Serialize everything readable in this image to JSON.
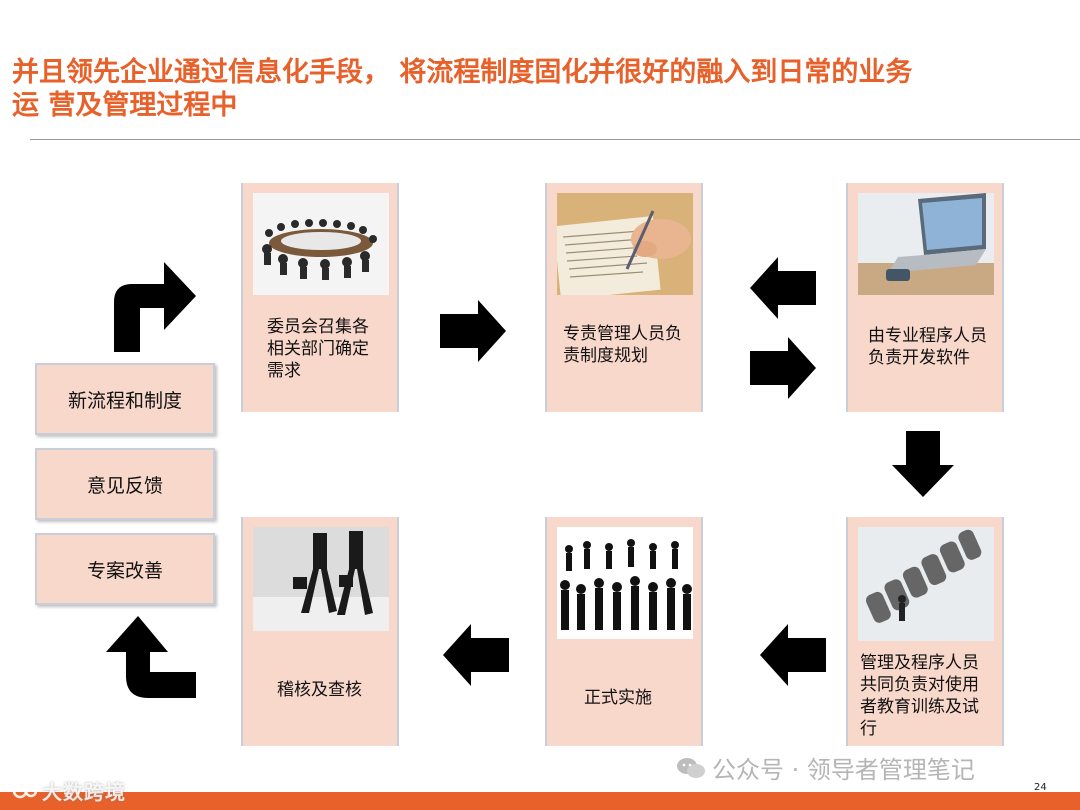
{
  "title": {
    "line1": "并且领先企业通过信息化手段， 将流程制度固化并很好的融入到日常的业务",
    "line2": "运 营及管理过程中"
  },
  "steps": [
    {
      "label": "委员会召集各\n相关部门确定\n需求",
      "image": "round-table-meeting-photo"
    },
    {
      "label": "专责管理人员负\n责制度规划",
      "image": "hand-writing-on-document-photo"
    },
    {
      "label": "由专业程序人员\n负责开发软件",
      "image": "laptop-computer-photo"
    },
    {
      "label": "管理及程序人员\n共同负责对使用\n者教育训练及试\n行",
      "image": "success-3d-text-photo"
    },
    {
      "label": "正式实施",
      "image": "people-silhouettes-photo"
    },
    {
      "label": "稽核及查核",
      "image": "businessmen-walking-photo"
    }
  ],
  "side_boxes": [
    "新流程和制度",
    "意见反馈",
    "专案改善"
  ],
  "page_number": "24",
  "watermark": "公众号 · 领导者管理笔记",
  "logo_text": "大数跨境",
  "colors": {
    "title": "#e8602a",
    "card_fill": "#f9d8cc",
    "card_border": "#c7cdd9",
    "arrow": "#000000",
    "bottom_bar": "#e8602a"
  }
}
